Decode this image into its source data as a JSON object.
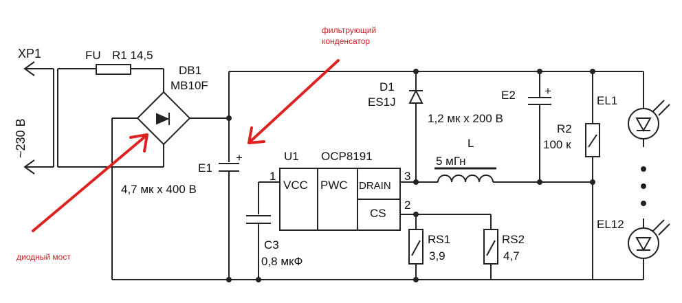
{
  "labels": {
    "xp1": "XP1",
    "fu": "FU",
    "r1": "R1 14,5",
    "db1": "DB1",
    "db1_part": "MB10F",
    "ac": "~230 В",
    "e1": "E1",
    "e1_value": "4,7 мк х 400 В",
    "u1": "U1",
    "u1_part": "OCP8191",
    "vcc": "VCC",
    "pwc": "PWC",
    "drain": "DRAIN",
    "cs": "CS",
    "pin1": "1",
    "pin2": "2",
    "pin3": "3",
    "c3": "C3",
    "c3_value": "0,8 мкФ",
    "d1": "D1",
    "d1_part": "ES1J",
    "e2": "E2",
    "e2_value": "1,2 мк х 200 В",
    "l": "L",
    "l_value": "5 мГн",
    "r2": "R2",
    "r2_value": "100 к",
    "rs1": "RS1",
    "rs1_value": "3,9",
    "rs2": "RS2",
    "rs2_value": "4,7",
    "el1": "EL1",
    "el12": "EL12",
    "plus": "+"
  },
  "annotations": {
    "filter_cap_line1": "фильтрующий",
    "filter_cap_line2": "конденсатор",
    "diode_bridge": "диодный мост"
  },
  "colors": {
    "line": "#222222",
    "annotation": "#cc2222",
    "background": "#ffffff"
  }
}
